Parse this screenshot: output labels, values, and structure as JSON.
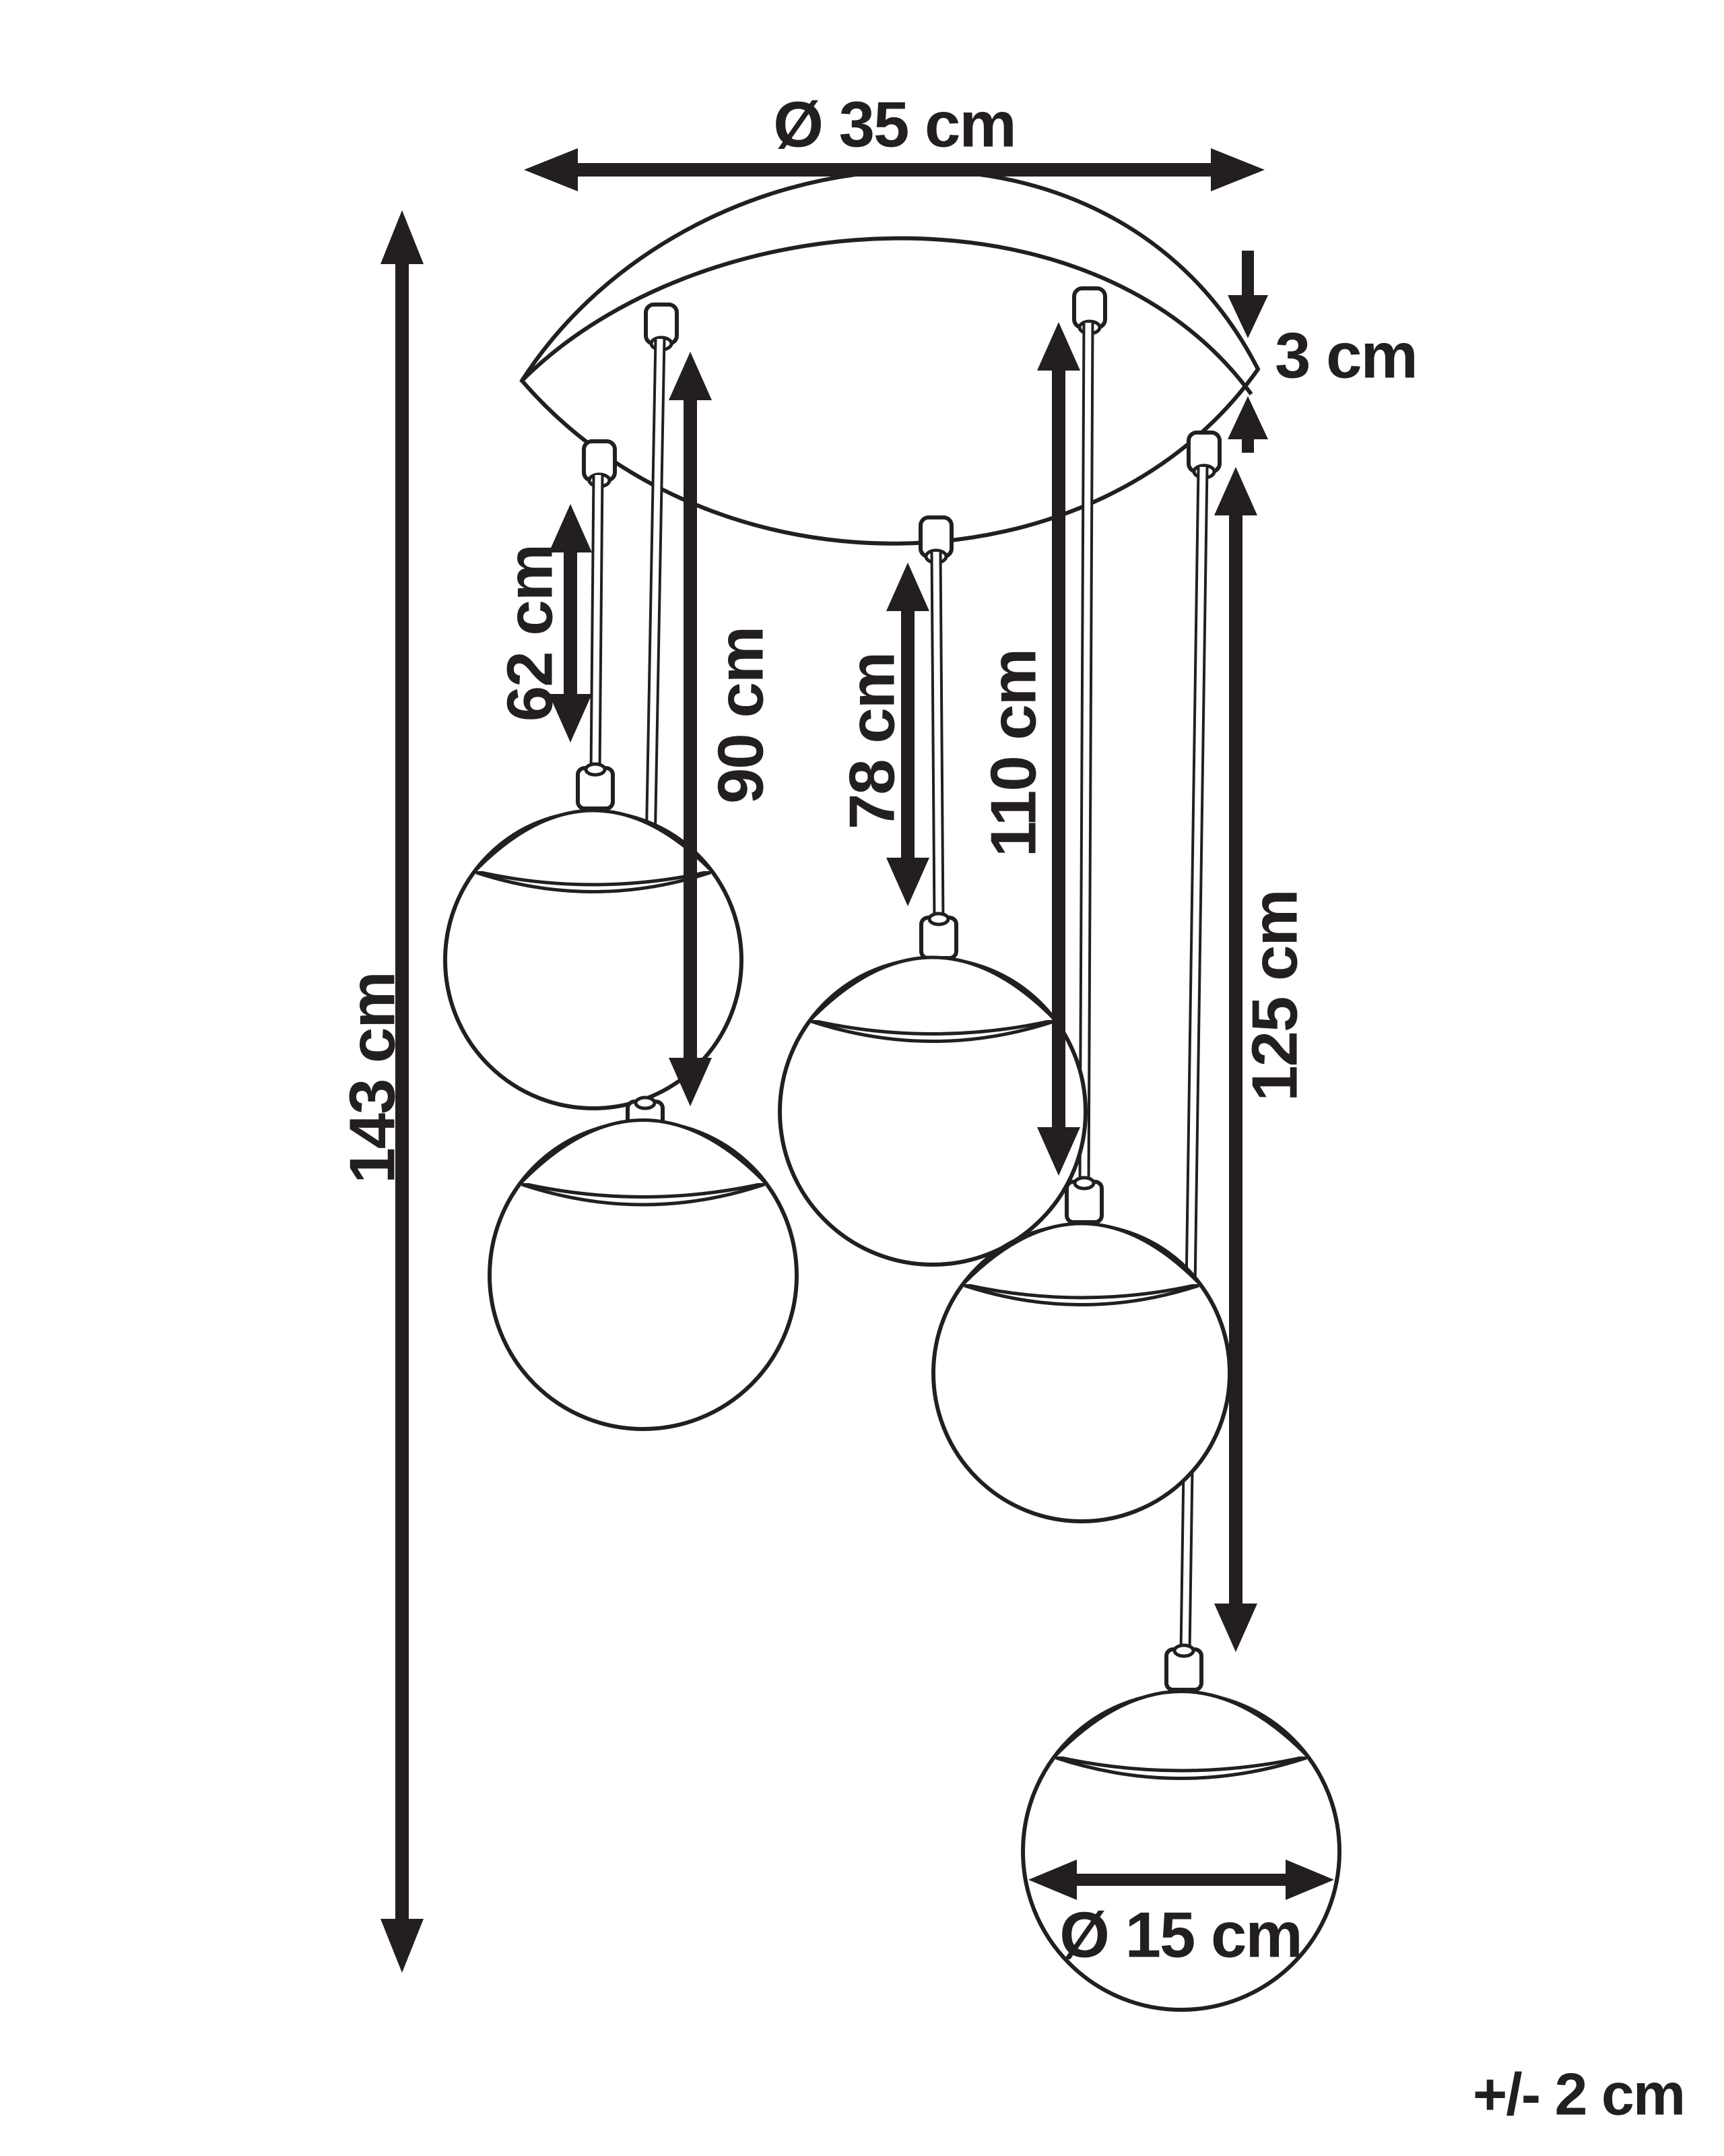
{
  "diagram": {
    "title": "Pendant lamp dimension drawing",
    "type": "product-dimension-diagram",
    "colors": {
      "line": "#231f20",
      "background": "#ffffff"
    },
    "labels": {
      "canopy_diameter": "Ø 35 cm",
      "canopy_thickness": "3 cm",
      "total_height": "143 cm",
      "cord_a": "62 cm",
      "cord_b": "90 cm",
      "cord_c": "78 cm",
      "cord_d": "110 cm",
      "cord_e": "125 cm",
      "globe_diameter": "Ø 15 cm",
      "tolerance": "+/- 2 cm"
    },
    "measurements": {
      "canopy_diameter_cm": "35",
      "canopy_thickness_cm": "3",
      "total_height_cm": "143",
      "cord_lengths_cm": [
        "62",
        "90",
        "78",
        "110",
        "125"
      ],
      "globe_diameter_cm": "15",
      "tolerance_cm": "2",
      "globe_count": "5"
    }
  }
}
